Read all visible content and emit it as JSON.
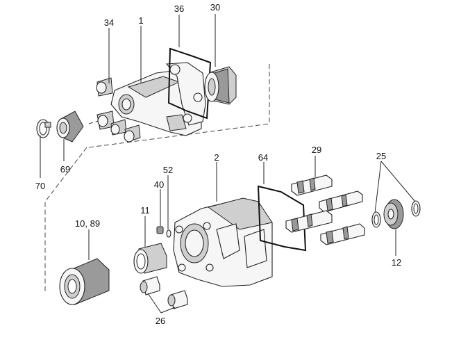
{
  "callouts": {
    "c34": "34",
    "c1": "1",
    "c36": "36",
    "c30": "30",
    "c70": "70",
    "c69": "69",
    "c29": "29",
    "c2": "2",
    "c64": "64",
    "c25": "25",
    "c52": "52",
    "c40": "40",
    "c11": "11",
    "c1089": "10, 89",
    "c12": "12",
    "c26": "26"
  }
}
